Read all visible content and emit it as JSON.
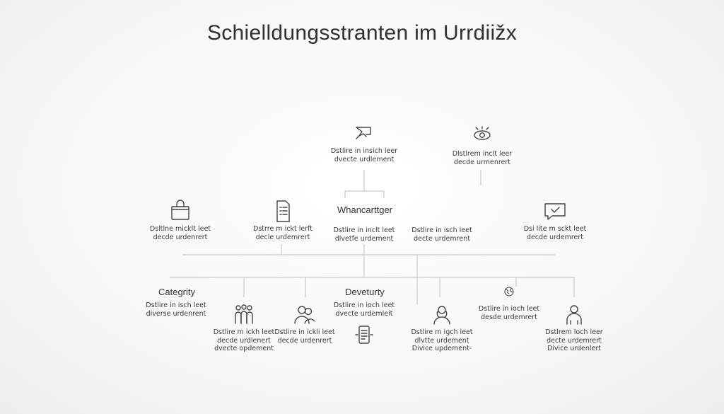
{
  "title": "Schielldungsstranten im Urrdiižx",
  "headings": {
    "center": "Whancarttger",
    "category": "Categrity",
    "deveturty": "Deveturty"
  },
  "nodes": {
    "top_center": {
      "lines": [
        "Dstlire in insich leer",
        "dvecte urdlement"
      ],
      "icon": "hand-pointer-icon"
    },
    "top_right": {
      "lines": [
        "Dlstlrem inclt leer",
        "decde urmenrert"
      ],
      "icon": "eye-target-icon"
    },
    "mid_1": {
      "lines": [
        "Dsltlne micklt leet",
        "decde urdenrert"
      ],
      "icon": "shopping-bag-icon"
    },
    "mid_2": {
      "lines": [
        "Dstrre m ickt lerft",
        "decle urdemrert"
      ],
      "icon": "document-list-icon"
    },
    "mid_3": {
      "lines": [
        "Dstlire in inclt leet",
        "dlvetfe urdement"
      ]
    },
    "mid_4": {
      "lines": [
        "Dstlire in isch leet",
        "decte urdemrent"
      ]
    },
    "mid_5": {
      "lines": [
        "Dsi lite m sckt leet",
        "decde urdemrert"
      ],
      "icon": "chat-check-icon"
    },
    "cat_sub": {
      "lines": [
        "Dstlire in isch leet",
        "diverse urdenrent"
      ]
    },
    "dev_sub": {
      "lines": [
        "Dstlire in ioch leet",
        "dvecte urdemleit"
      ],
      "icon": "mobile-document-icon"
    },
    "b_1": {
      "lines": [
        "Dstlire m ickh leet",
        "decde urdlenert",
        "dvecte opdement"
      ],
      "icon": "group-people-icon"
    },
    "b_2": {
      "lines": [
        "Dstlire in ickli leet",
        "decde urdenrert"
      ],
      "icon": "two-people-icon"
    },
    "b_3": {
      "lines": [
        "Dstlire m igch leet",
        "dlvtte urdement",
        "Divice updement-"
      ],
      "icon": "woman-icon"
    },
    "b_4": {
      "lines": [
        "Dstlire in ioch leet",
        "desde urdemrert"
      ],
      "icon": "globe-icon"
    },
    "b_5": {
      "lines": [
        "Dstlrem loch leer",
        "decte urdemrert",
        "Divice urdenlert"
      ],
      "icon": "person-icon"
    }
  }
}
